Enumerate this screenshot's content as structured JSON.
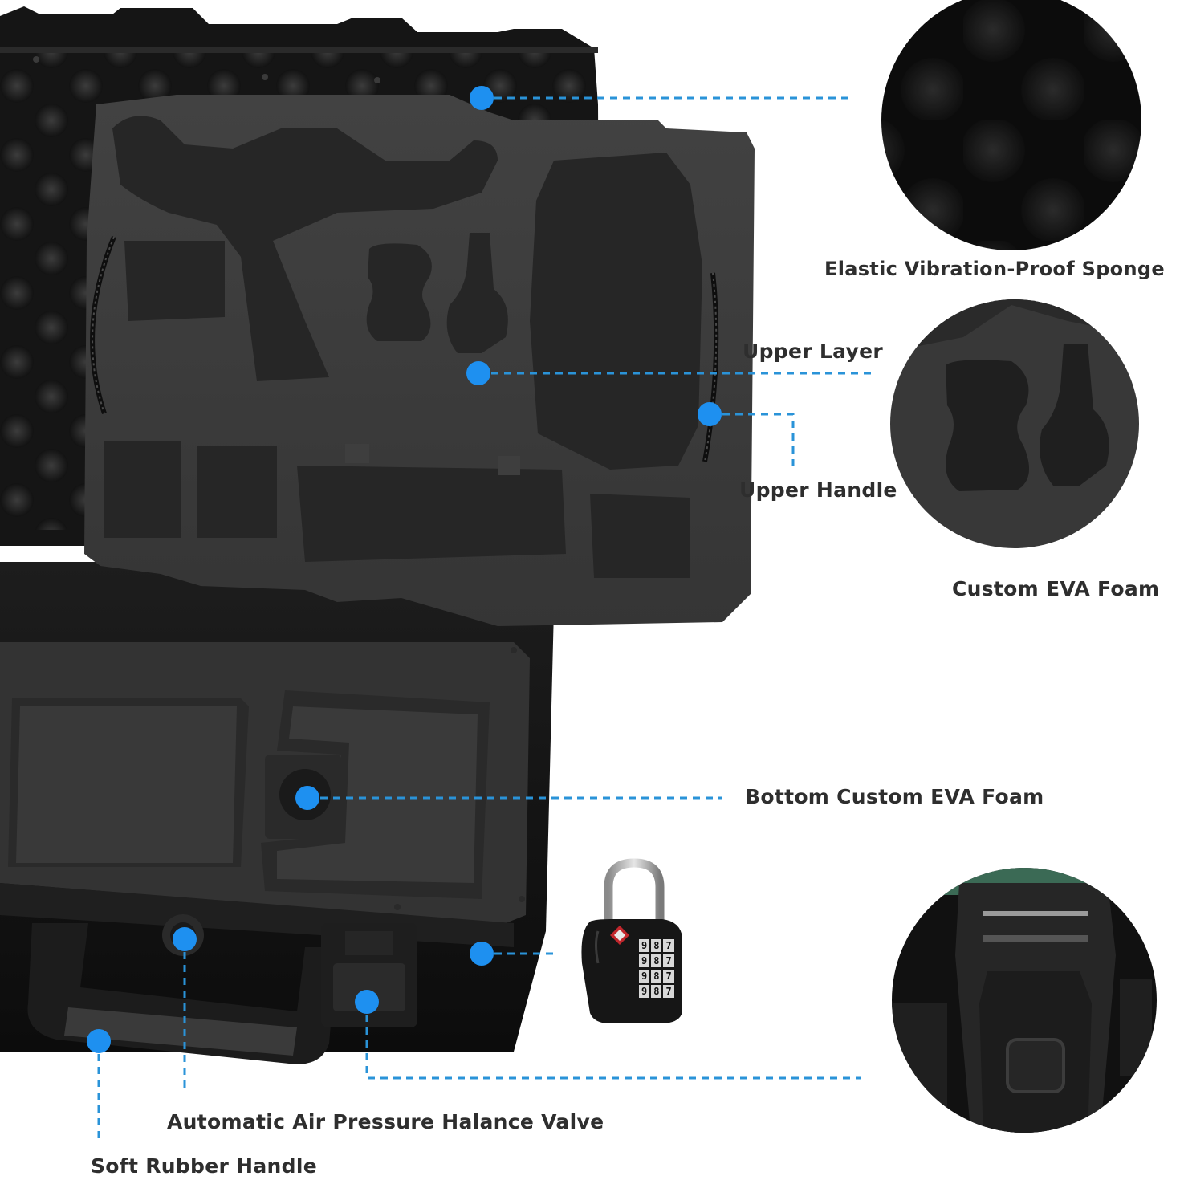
{
  "callouts": {
    "sponge": "Elastic Vibration-Proof Sponge",
    "upper_layer": "Upper Layer",
    "upper_handle": "Upper Handle",
    "custom_foam": "Custom EVA Foam",
    "bottom_foam": "Bottom Custom EVA Foam",
    "valve": "Automatic Air Pressure Halance Valve",
    "rubber_handle": "Soft Rubber Handle"
  },
  "padlock": {
    "digits": [
      "9",
      "8",
      "7"
    ]
  },
  "colors": {
    "marker": "#1e90f0",
    "leader_line": "#2a93d8",
    "case_black": "#161616",
    "foam_gray": "#3a3a3a",
    "label_text": "#2e2e2e",
    "lock_badge": "#c0262c"
  }
}
